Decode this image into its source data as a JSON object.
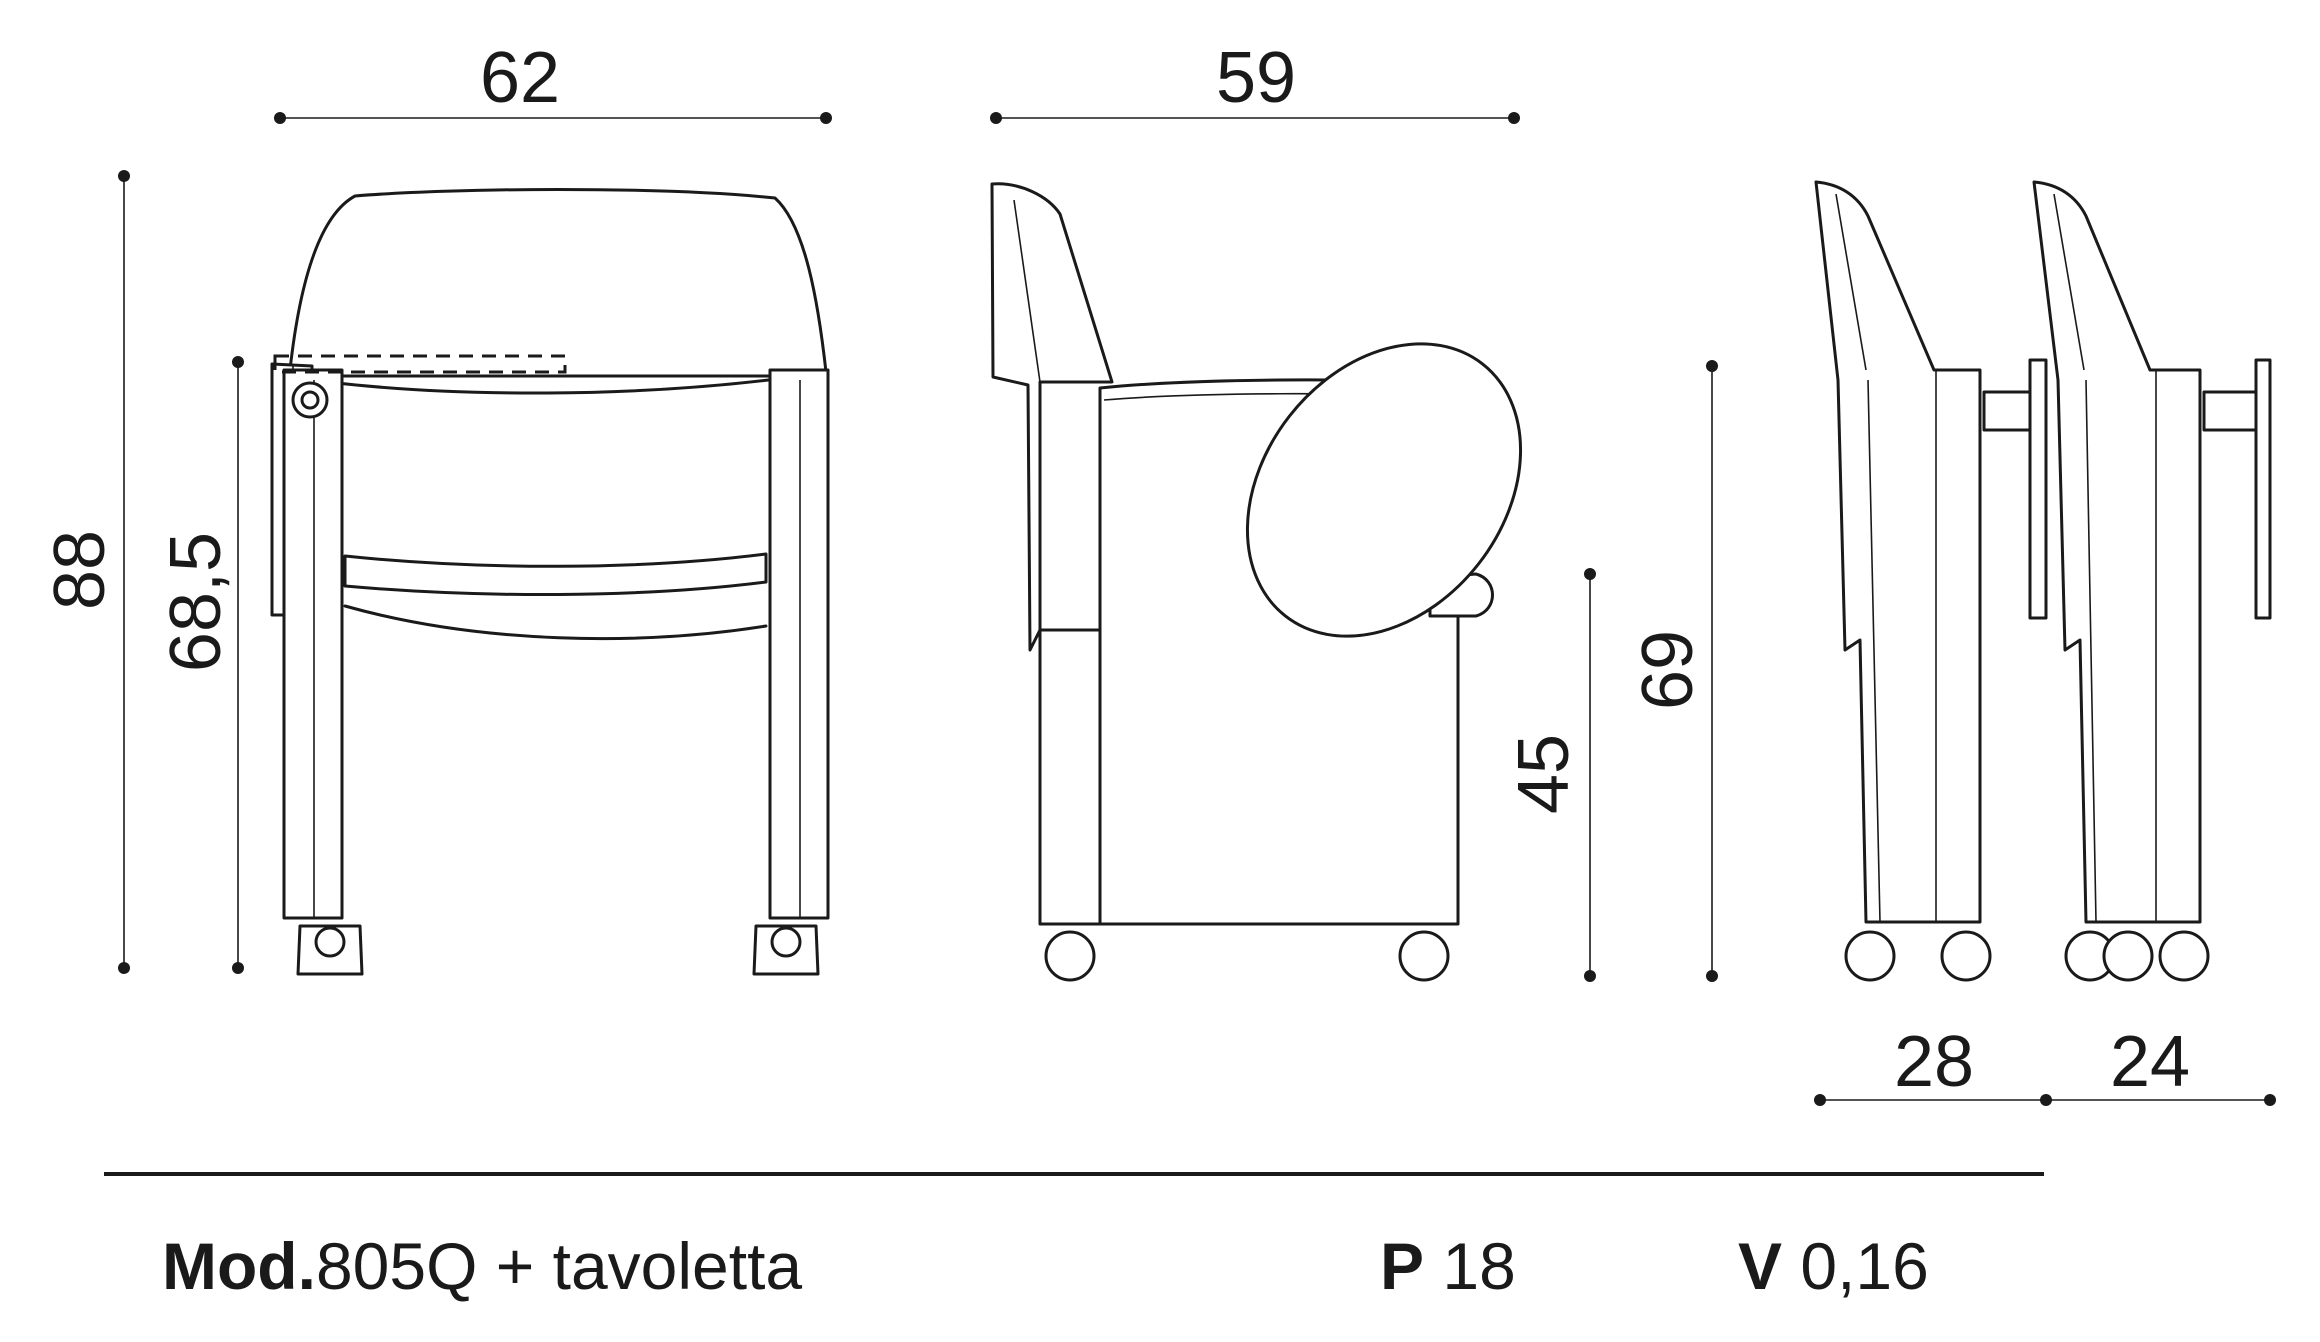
{
  "dimensions": {
    "front_width": "62",
    "side_depth": "59",
    "total_height": "88",
    "armrest_height": "68,5",
    "seat_height": "45",
    "tablet_height": "69",
    "folded_depth_1": "28",
    "folded_depth_2": "24"
  },
  "footer": {
    "model_label": "Mod.",
    "model_value": "805Q + tavoletta",
    "p_label": "P",
    "p_value": "18",
    "v_label": "V",
    "v_value": "0,16"
  }
}
